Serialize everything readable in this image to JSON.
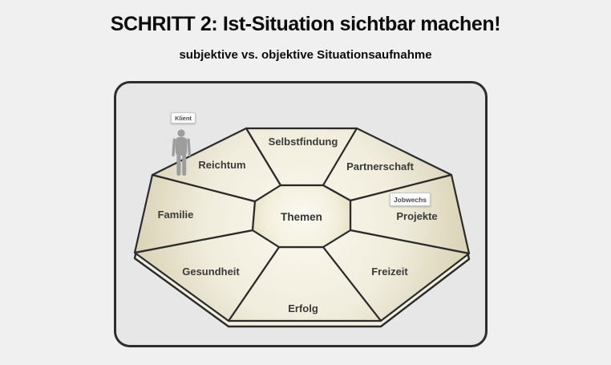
{
  "page": {
    "title": "SCHRITT 2: Ist-Situation sichtbar machen!",
    "subtitle": "subjektive vs. objektive Situationsaufnahme"
  },
  "diagram": {
    "center_label": "Themen",
    "segments": [
      {
        "label": "Selbstfindung"
      },
      {
        "label": "Partnerschaft"
      },
      {
        "label": "Projekte"
      },
      {
        "label": "Freizeit"
      },
      {
        "label": "Erfolg"
      },
      {
        "label": "Gesundheit"
      },
      {
        "label": "Familie"
      },
      {
        "label": "Reichtum"
      }
    ],
    "tags": {
      "client": {
        "label": "Klient"
      },
      "topic": {
        "label": "Jobwechs"
      }
    },
    "colors": {
      "segment_fill_light": "#f8f6ec",
      "segment_fill_dark": "#d9d2b6",
      "outline": "#2b2b2b",
      "panel_fill": "#e7e7e7",
      "page_background": "#f0f0f0",
      "figure_gray": "#9d9d9d"
    }
  }
}
